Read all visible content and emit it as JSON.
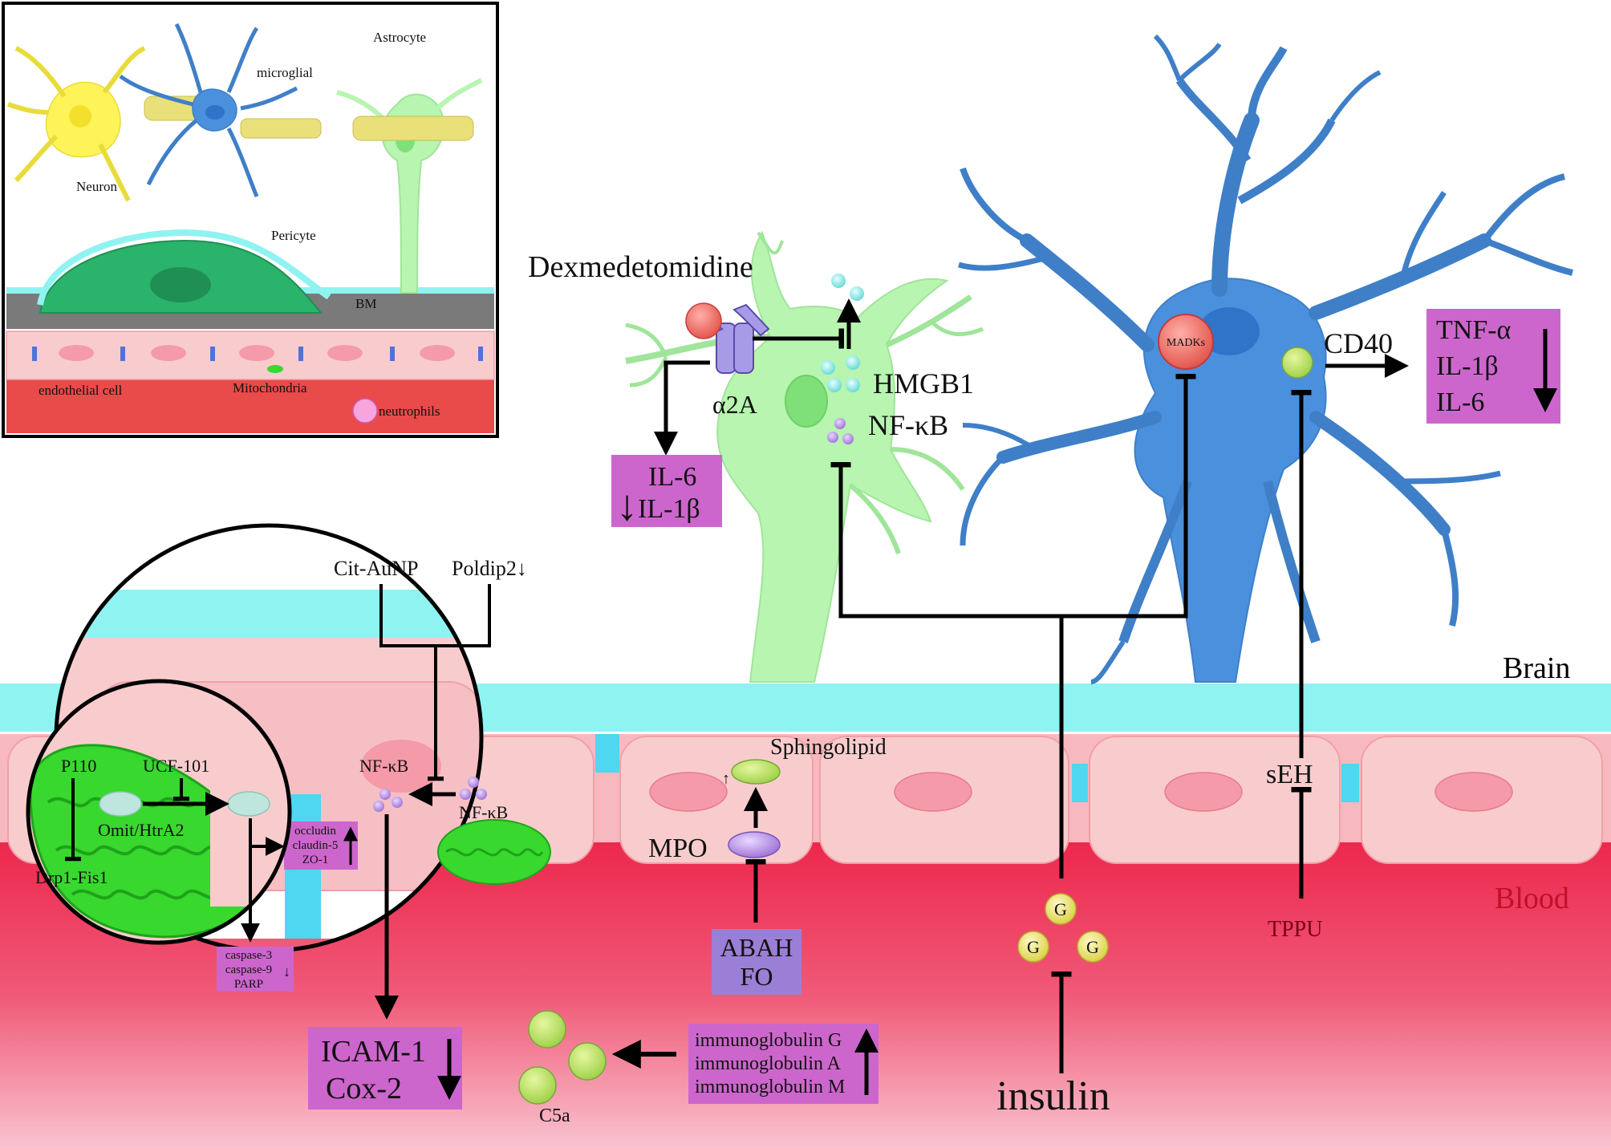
{
  "inset": {
    "labels": {
      "neuron": "Neuron",
      "microglial": "microglial",
      "astrocyte": "Astrocyte",
      "pericyte": "Pericyte",
      "bm": "BM",
      "endothelial": "endothelial cell",
      "mitochondria": "Mitochondria",
      "neutrophils": "neutrophils"
    }
  },
  "regions": {
    "brain": "Brain",
    "blood": "Blood"
  },
  "astrocyte_pathway": {
    "drug": "Dexmedetomidine",
    "receptor": "α2A",
    "hmgb1": "HMGB1",
    "nfkb": "NF-κB",
    "cytokines": [
      "IL-6",
      "IL-1β"
    ],
    "cytokine_trend": "↓"
  },
  "microglia_pathway": {
    "madks": "MADKs",
    "cd40": "CD40",
    "cytokines": [
      "TNF-α",
      "IL-1β",
      "IL-6"
    ],
    "cytokine_trend": "↓"
  },
  "endothelium": {
    "sphingolipid": "Sphingolipid",
    "sphingolipid_trend": "↑",
    "mpo": "MPO",
    "treatments": [
      "ABAH",
      "FO"
    ],
    "seh": "sEH",
    "tppu": "TPPU",
    "glucose_label": "G",
    "insulin": "insulin"
  },
  "blood": {
    "c5a": "C5a",
    "immunoglobulins": [
      "immunoglobulin G",
      "immunoglobulin A",
      "immunoglobulin M"
    ],
    "ig_trend": "↑"
  },
  "zoom": {
    "cit_aunp": "Cit-AuNP",
    "poldip2": "Poldip2↓",
    "nfkb_inner": "NF-κB",
    "nfkb_outer": "NF-κB",
    "tight_junction": [
      "occludin",
      "claudin-5",
      "ZO-1"
    ],
    "tj_trend": "↑",
    "icam": [
      "ICAM-1",
      "Cox-2"
    ],
    "icam_trend": "↓"
  },
  "mito": {
    "p110": "P110",
    "ucf101": "UCF-101",
    "omi": "Omit/HtrA2",
    "drp1": "Drp1-Fis1",
    "caspases": [
      "caspase-3",
      "caspase-9",
      "PARP"
    ],
    "caspase_trend": "↓"
  },
  "colors": {
    "microglia_blue": "#4a90dc",
    "astrocyte_green": "#b8f5b0",
    "neuron_yellow": "#fff35a",
    "purple_box": "#cc66cc",
    "lavender_box": "#9b7fd6",
    "blood_red": "#ec2a4a",
    "endothelial_pink": "#f7c6c6",
    "bm_cyan": "#7ff0ee",
    "mito_green": "#38d82f",
    "glucose_yellow": "#f1e86a"
  }
}
